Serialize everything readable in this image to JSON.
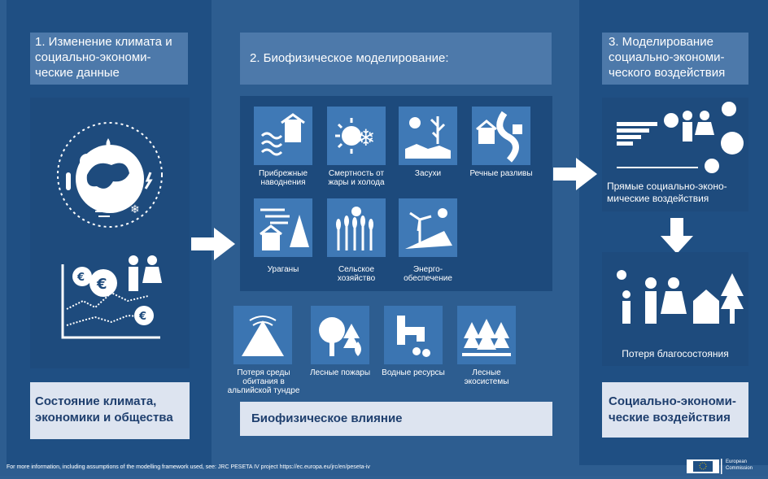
{
  "col1": {
    "header": "1. Изменение климата и социально-экономи-ческие данные",
    "box": "Состояние климата, экономики и общества"
  },
  "col2": {
    "header": "2. Биофизическое моделирование:",
    "box": "Биофизическое влияние",
    "tiles": [
      {
        "label": "Прибрежные наводнения",
        "icon": "coastal-flood-icon"
      },
      {
        "label": "Смертность от жары и холода",
        "icon": "sun-snowflake-icon"
      },
      {
        "label": "Засухи",
        "icon": "drought-icon"
      },
      {
        "label": "Речные разливы",
        "icon": "river-flood-icon"
      },
      {
        "label": "Ураганы",
        "icon": "windstorm-icon"
      },
      {
        "label": "Сельское хозяйство",
        "icon": "agriculture-icon"
      },
      {
        "label": "Энерго-обеспечение",
        "icon": "energy-icon"
      }
    ],
    "tiles2": [
      {
        "label": "Потеря среды обитания в альпийской тундре",
        "icon": "alpine-icon"
      },
      {
        "label": "Лесные пожары",
        "icon": "forest-fire-icon"
      },
      {
        "label": "Водные ресурсы",
        "icon": "water-tap-icon"
      },
      {
        "label": "Лесные экосистемы",
        "icon": "forest-ecosystem-icon"
      }
    ]
  },
  "col3": {
    "header": "3. Моделирование социально-экономи-ческого воздействия",
    "direct": "Прямые социально-эконо-мические воздействия",
    "loss": "Потеря благосостояния",
    "box": "Социально-экономи-ческие воздействия"
  },
  "footer": "For more information, including assumptions of the modelling framework used, see: JRC PESETA IV project https://ec.europa.eu/jrc/en/peseta-iv",
  "logo": {
    "line1": "European",
    "line2": "Commission"
  },
  "colors": {
    "bg": "#2d5d90",
    "column": "#1f4f83",
    "tile": "#3f79b6",
    "box": "#dde4f0",
    "boxText": "#1f3f6e"
  }
}
